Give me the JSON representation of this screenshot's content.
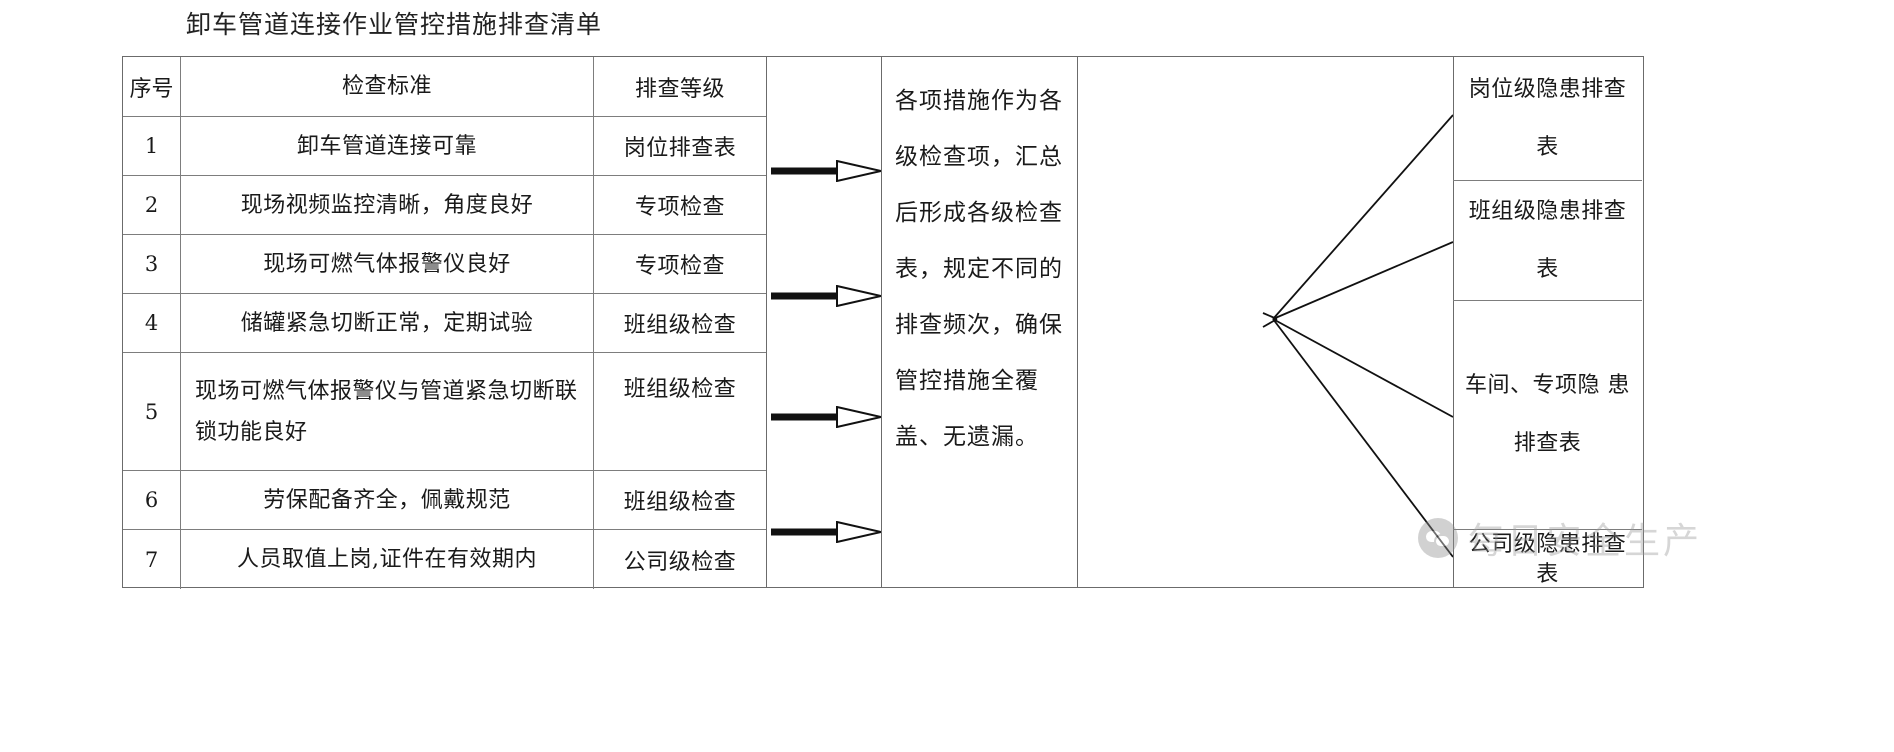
{
  "document": {
    "title": "卸车管道连接作业管控措施排查清单"
  },
  "checklist": {
    "headers": {
      "no": "序号",
      "standard": "检查标准",
      "grade": "排查等级"
    },
    "rows": [
      {
        "no": "1",
        "standard": "卸车管道连接可靠",
        "grade": "岗位排查表"
      },
      {
        "no": "2",
        "standard": "现场视频监控清晰，角度良好",
        "grade": "专项检查"
      },
      {
        "no": "3",
        "standard": "现场可燃气体报警仪良好",
        "grade": "专项检查"
      },
      {
        "no": "4",
        "standard": "储罐紧急切断正常，定期试验",
        "grade": "班组级检查"
      },
      {
        "no": "5",
        "standard": "现场可燃气体报警仪与管道紧急切断联锁功能良好",
        "grade": "班组级检查"
      },
      {
        "no": "6",
        "standard": "劳保配备齐全，佩戴规范",
        "grade": "班组级检查"
      },
      {
        "no": "7",
        "standard": "人员取值上岗,证件在有效期内",
        "grade": "公司级检查"
      }
    ]
  },
  "flow": {
    "arrow_count": 4,
    "arrow_icon": "arrow-right-icon",
    "description": "各项措施作为各级检查项，汇总后形成各级检查表，规定不同的排查频次，确保管控措施全覆盖、无遗漏。",
    "fan_icon": "converging-lines-icon"
  },
  "results": {
    "items": [
      {
        "label": "岗位级隐患排查表"
      },
      {
        "label": "班组级隐患排查表"
      },
      {
        "label": "车间、专项隐 患排查表"
      },
      {
        "label": "公司级隐患排查表"
      }
    ]
  },
  "watermark": {
    "text": "每日安全生产",
    "icon": "wechat-icon"
  },
  "colors": {
    "border": "#6b6b6b",
    "inner_border": "#7d7d7d",
    "text": "#1a1a1a",
    "watermark": "#9a9a9a"
  }
}
